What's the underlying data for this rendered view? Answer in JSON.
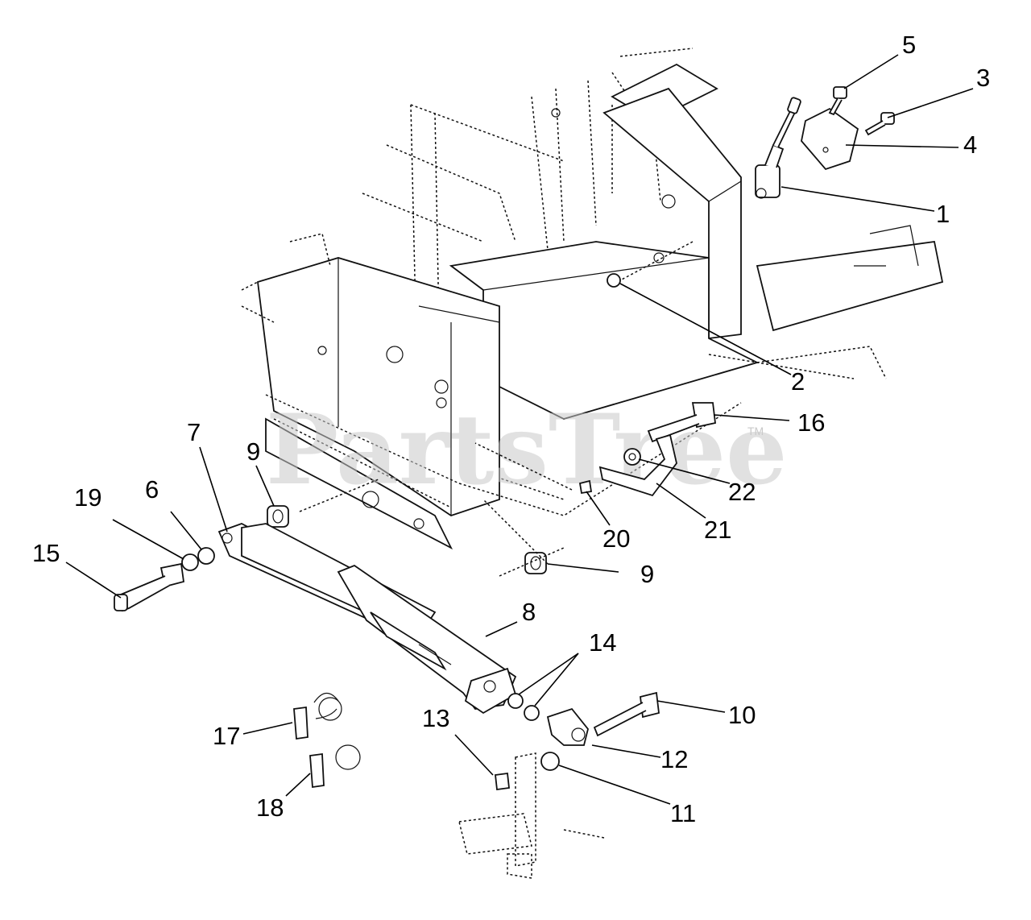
{
  "watermark": {
    "text": "PartsTree",
    "trademark": "TM"
  },
  "callouts": [
    "1",
    "2",
    "3",
    "4",
    "5",
    "6",
    "7",
    "8",
    "9",
    "9",
    "10",
    "11",
    "12",
    "13",
    "14",
    "15",
    "16",
    "17",
    "18",
    "19",
    "20",
    "21",
    "22"
  ]
}
